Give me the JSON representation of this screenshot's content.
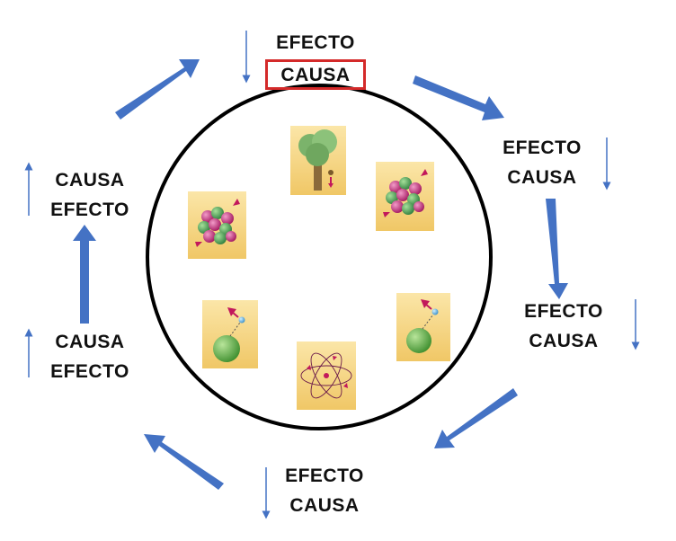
{
  "labels": {
    "top": {
      "line1": "EFECTO",
      "line2": "CAUSA"
    },
    "right_upper": {
      "line1": "EFECTO",
      "line2": "CAUSA"
    },
    "right_lower": {
      "line1": "EFECTO",
      "line2": "CAUSA"
    },
    "bottom": {
      "line1": "EFECTO",
      "line2": "CAUSA"
    },
    "left_lower": {
      "line1": "CAUSA",
      "line2": "EFECTO"
    },
    "left_upper": {
      "line1": "CAUSA",
      "line2": "EFECTO"
    }
  },
  "icons": [
    "tree-falling-fruit-icon",
    "atomic-nucleus-icon",
    "atomic-nucleus-icon",
    "particle-attraction-icon",
    "particle-attraction-icon",
    "atom-orbit-icon"
  ],
  "colors": {
    "arrow": "#4472c4",
    "highlight_box": "#d42a2a",
    "circle": "#000000",
    "tile": "#f5d37a"
  }
}
